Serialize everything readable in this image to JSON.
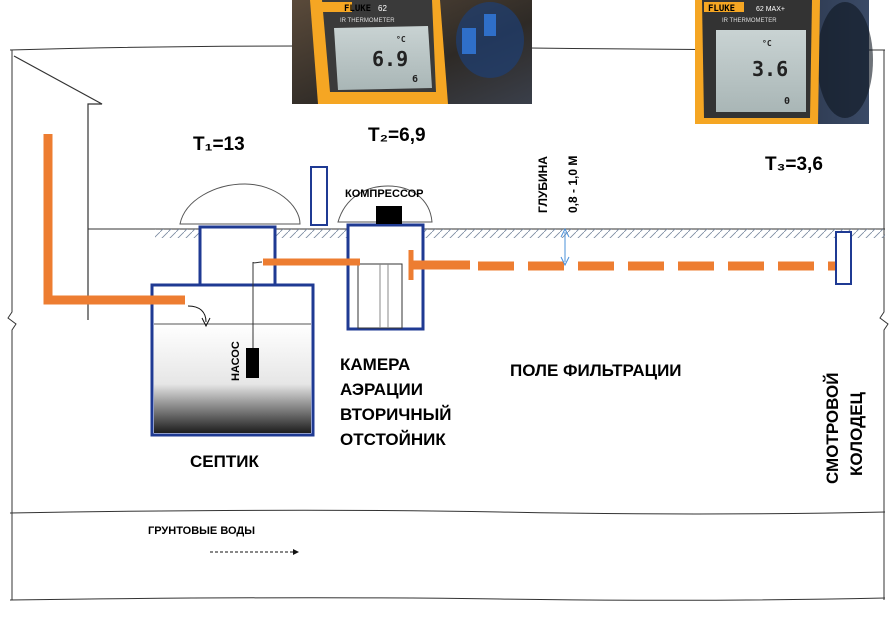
{
  "temperatures": {
    "t1": "T₁=13",
    "t2": "T₂=6,9",
    "t3": "T₃=3,6"
  },
  "labels": {
    "compressor": "КОМПРЕССОР",
    "depth_line1": "ГЛУБИНА",
    "depth_line2": "0,8 - 1,0 М",
    "pump": "НАСОС",
    "septic": "СЕПТИК",
    "aeration_line1": "КАМЕРА",
    "aeration_line2": "АЭРАЦИИ",
    "aeration_line3": "ВТОРИЧНЫЙ",
    "aeration_line4": "ОТСТОЙНИК",
    "filtration_field": "ПОЛЕ ФИЛЬТРАЦИИ",
    "inspection_line1": "СМОТРОВОЙ",
    "inspection_line2": "КОЛОДЕЦ",
    "groundwater": "ГРУНТОВЫЕ ВОДЫ"
  },
  "photo1": {
    "brand": "FLUKE",
    "model": "62",
    "subtitle": "IR THERMOMETER",
    "unit": "°C",
    "reading": "6.9",
    "secondary": "6"
  },
  "photo2": {
    "brand": "FLUKE",
    "model": "62 MAX+",
    "subtitle": "IR THERMOMETER",
    "unit": "°C",
    "reading": "3.6",
    "secondary": "0"
  },
  "colors": {
    "pipe": "#ED7D31",
    "tank": "#1F3A93",
    "thermometer": "#F5A623",
    "water_gradient_dark": "#222222",
    "depth_arrow": "#4A90D9"
  }
}
